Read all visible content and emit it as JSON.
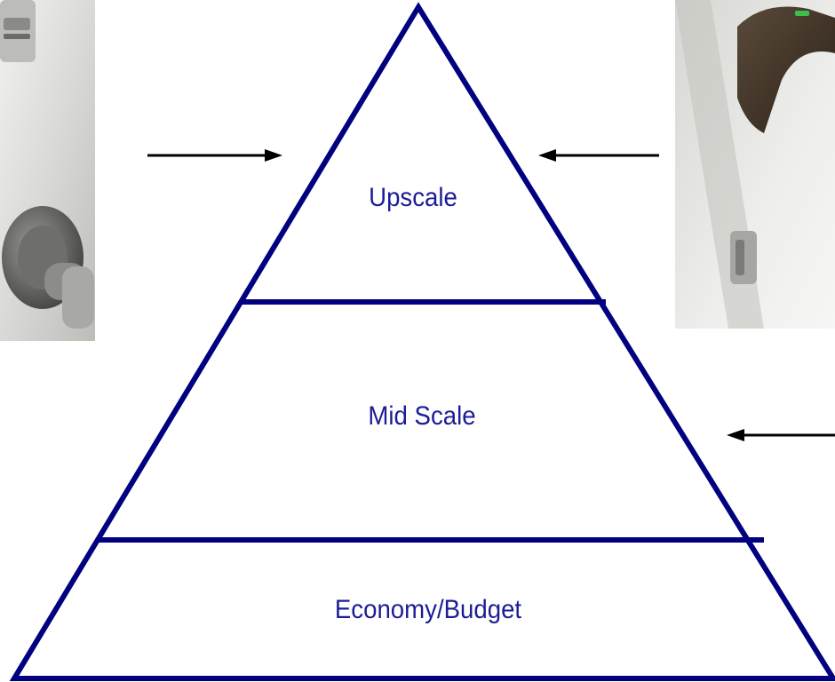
{
  "diagram": {
    "tiers": [
      {
        "id": "upscale",
        "label": "Upscale"
      },
      {
        "id": "mid-scale",
        "label": "Mid Scale"
      },
      {
        "id": "economy",
        "label": "Economy/Budget"
      }
    ],
    "colors": {
      "outline": "#000080",
      "label": "#1c1c96",
      "arrow": "#000000"
    },
    "images": [
      {
        "id": "left-photo",
        "icon": "door-lever-lock-photo"
      },
      {
        "id": "right-photo",
        "icon": "card-key-lock-photo"
      }
    ]
  }
}
